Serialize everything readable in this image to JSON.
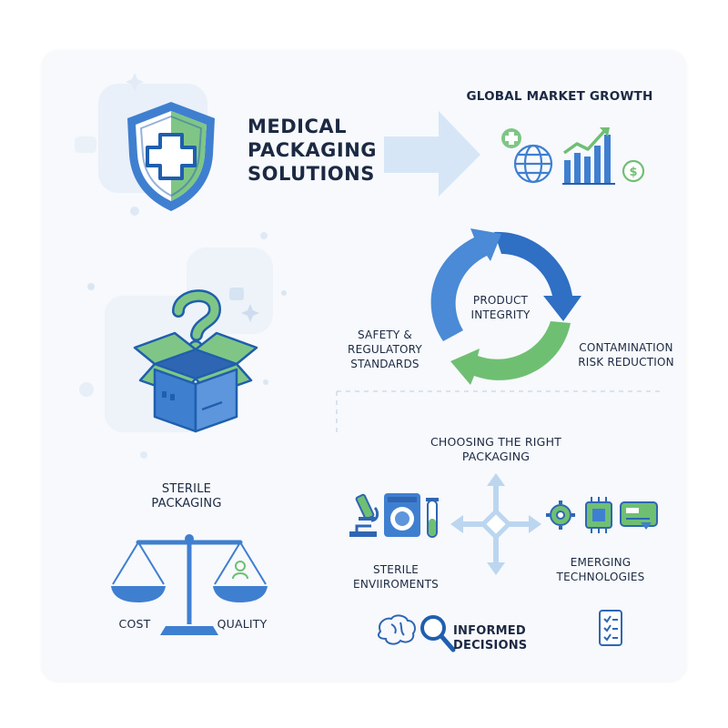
{
  "header": {
    "title_lines": [
      "MEDICAL",
      "PACKAGING",
      "SOLUTIONS"
    ],
    "market_label": "GLOBAL MARKET GROWTH"
  },
  "cycle": {
    "center": [
      "PRODUCT",
      "INTEGRITY"
    ],
    "left": [
      "SAFETY &",
      "REGULATORY",
      "STANDARDS"
    ],
    "right": [
      "CONTAMINATION",
      "RISK REDUCTION"
    ]
  },
  "sterile": {
    "label": [
      "STERILE",
      "PACKAGING"
    ]
  },
  "balance": {
    "left_label": "COST",
    "right_label": "QUALITY"
  },
  "choosing": {
    "title": [
      "CHOOSING THE RIGHT",
      "PACKAGING"
    ],
    "left_label": [
      "STERILE",
      "ENVIIROMENTS"
    ],
    "right_label": [
      "EMERGING",
      "TECHNOLOGIES"
    ]
  },
  "decisions": {
    "label": "INFORMED DECISIONS"
  },
  "colors": {
    "blue": "#3f7fd0",
    "green": "#6fbf73",
    "navy": "#1c2943",
    "light_blue": "#d7e6f7"
  }
}
